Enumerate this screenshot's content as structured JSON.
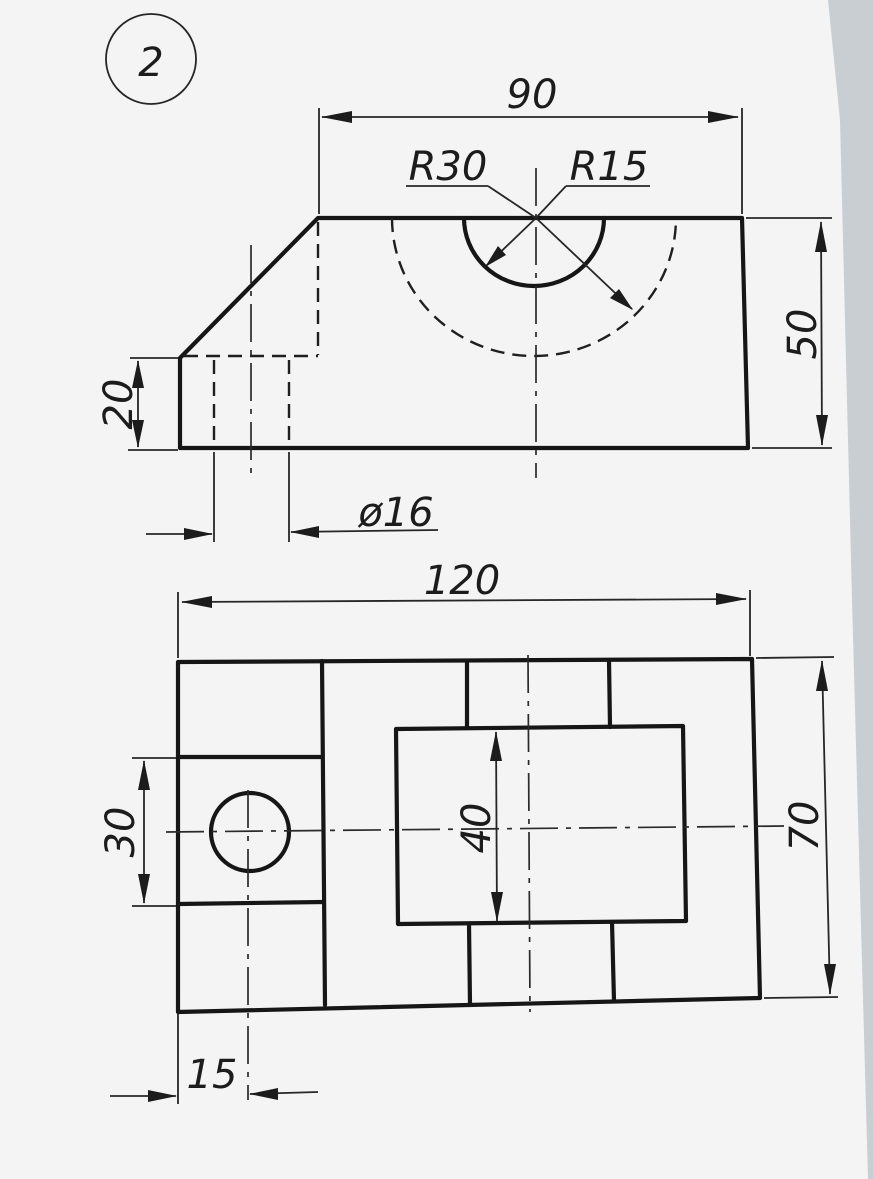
{
  "drawing": {
    "number": "2",
    "dimensions": {
      "width_top": "90",
      "radius_large": "R30",
      "radius_small": "R15",
      "height_front": "50",
      "step_height": "20",
      "hole_diameter": "ø16",
      "overall_length": "120",
      "depth": "70",
      "boss_width": "30",
      "slot_width": "40",
      "hole_offset": "15"
    }
  },
  "colors": {
    "paper": "#f3f4f3",
    "ink": "#1a1a1a",
    "background": "#c9ced3"
  }
}
